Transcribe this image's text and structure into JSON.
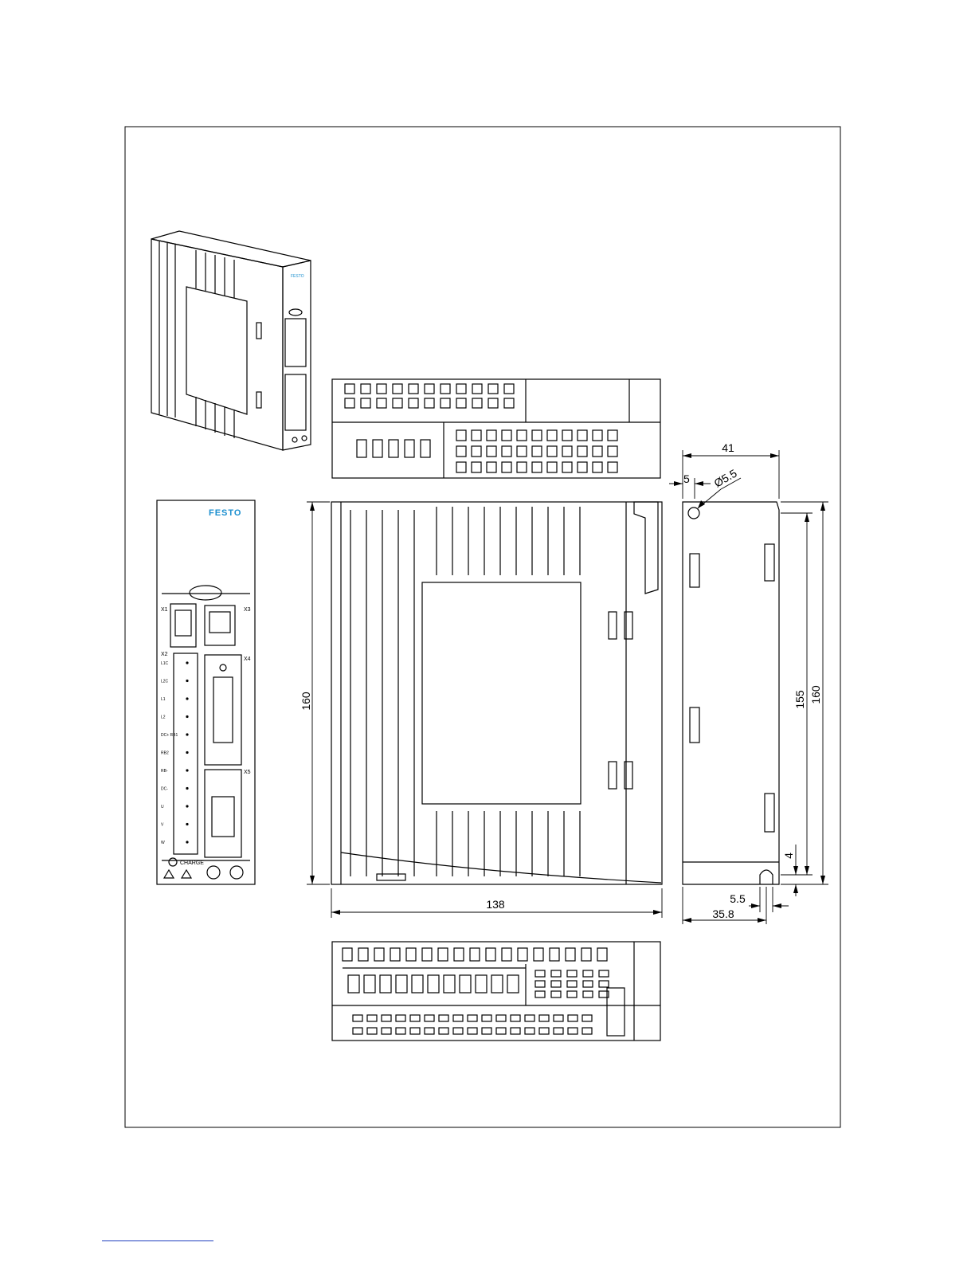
{
  "drawing": {
    "brand_logo": "FESTO",
    "front_panel": {
      "connectors": [
        "X1",
        "X2",
        "X3",
        "X4",
        "X5"
      ],
      "terminal_labels": [
        "L1C",
        "L2C",
        "L1",
        "L2",
        "DC+ RB1",
        "RB2",
        "RB-",
        "DC-",
        "U",
        "V",
        "W"
      ],
      "charge_label": "CHARGE"
    },
    "dimensions": {
      "height_left": "160",
      "width_bottom": "138",
      "depth_top": "41",
      "hole_offset": "5",
      "hole_diameter": "Ø5.5",
      "mount_spacing": "155",
      "height_right": "160",
      "slot_height": "4",
      "slot_offset": "5.5",
      "mount_depth": "35.8"
    }
  },
  "colors": {
    "line": "#000000",
    "logo": "#1b8fcf",
    "footer_rule": "#1f3fbf"
  }
}
